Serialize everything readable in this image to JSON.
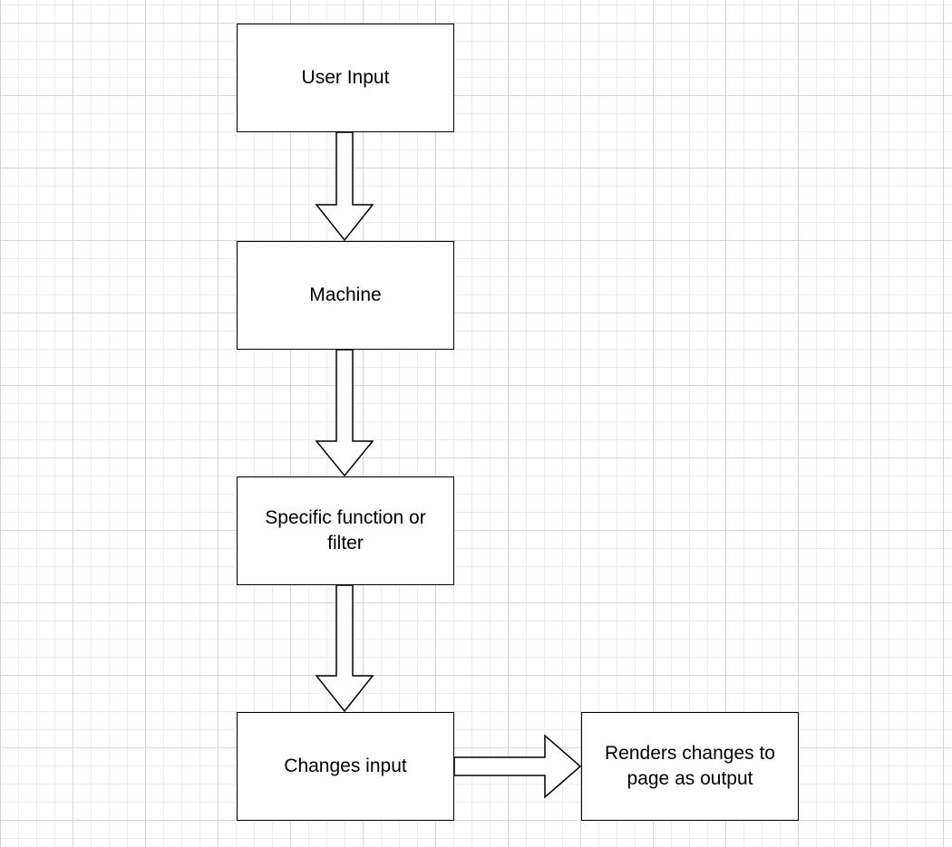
{
  "diagram": {
    "nodes": [
      {
        "id": "user_input",
        "label": "User Input"
      },
      {
        "id": "machine",
        "label": "Machine"
      },
      {
        "id": "specific_function",
        "label": "Specific function or filter"
      },
      {
        "id": "changes_input",
        "label": "Changes input"
      },
      {
        "id": "renders_output",
        "label": "Renders changes to page as output"
      }
    ],
    "edges": [
      {
        "from": "user_input",
        "to": "machine"
      },
      {
        "from": "machine",
        "to": "specific_function"
      },
      {
        "from": "specific_function",
        "to": "changes_input"
      },
      {
        "from": "changes_input",
        "to": "renders_output"
      }
    ],
    "colors": {
      "stroke": "#000000",
      "fill": "#ffffff",
      "grid": "#d4d4d4"
    }
  }
}
